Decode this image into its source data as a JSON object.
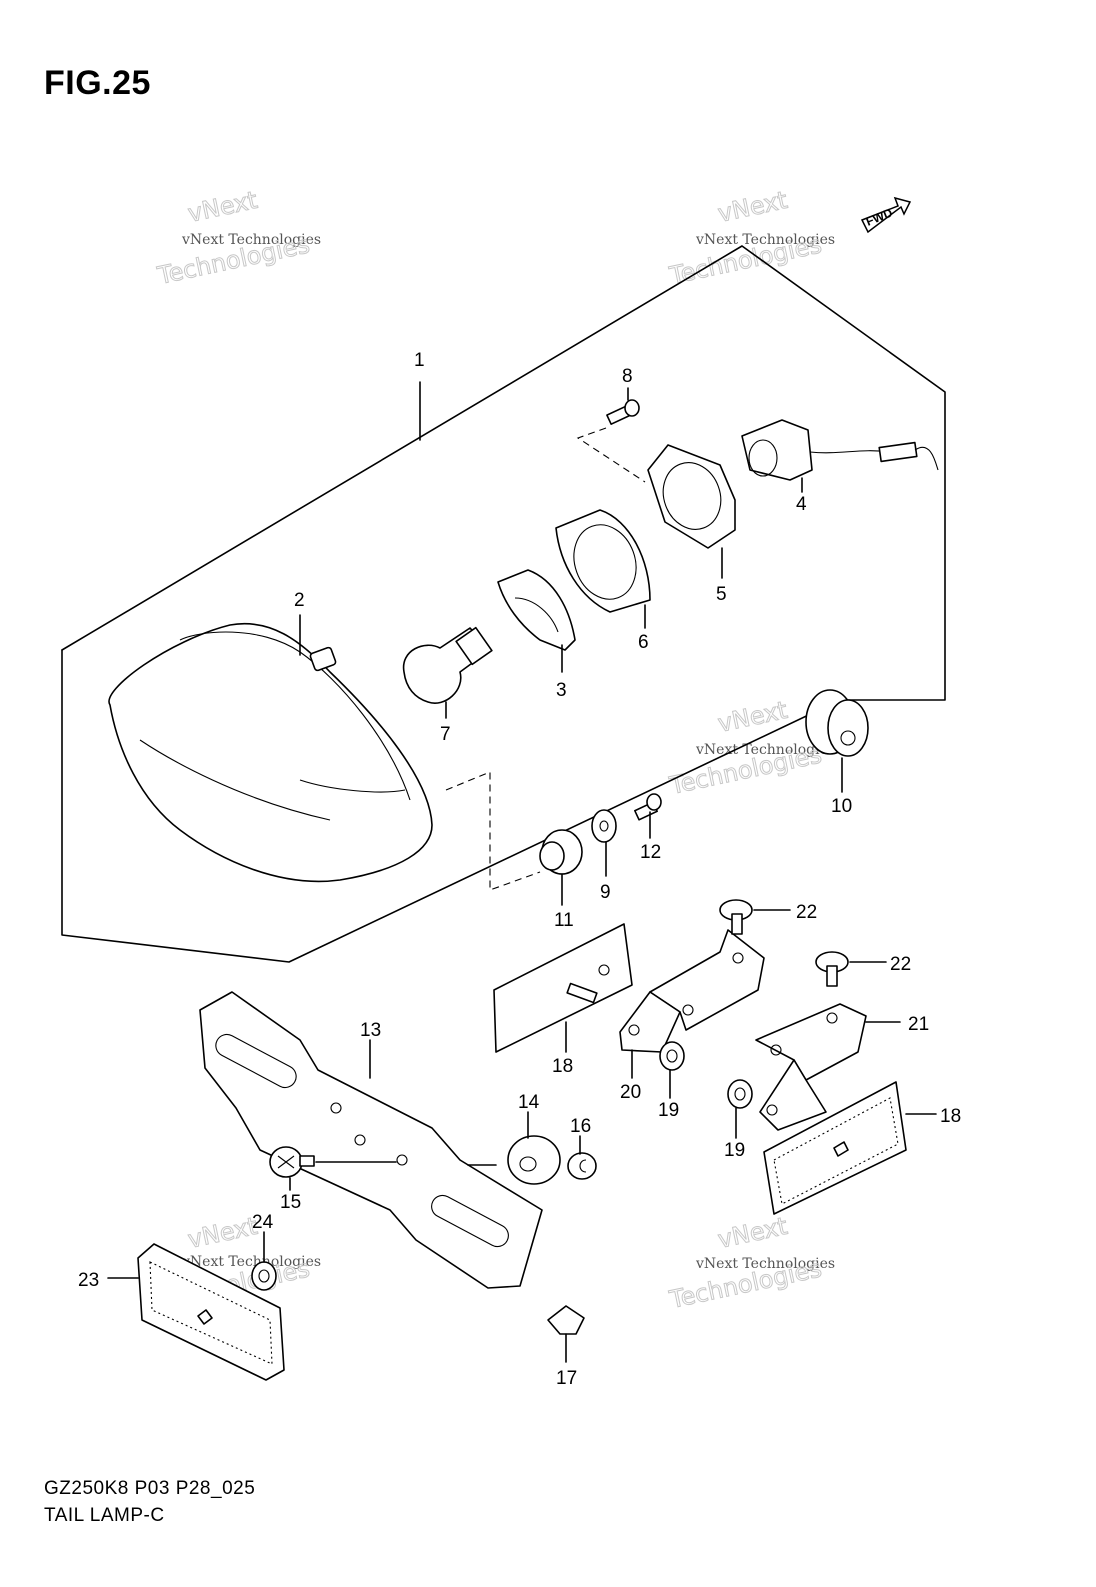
{
  "title": "FIG.25",
  "footer": {
    "code": "GZ250K8 P03 P28_025",
    "name": "TAIL LAMP-C"
  },
  "fwd_label": "FWD",
  "watermark": {
    "brand": "vNext",
    "line": "vNext Technologies",
    "word": "Technologies"
  },
  "callouts": [
    "1",
    "2",
    "3",
    "4",
    "5",
    "6",
    "7",
    "8",
    "9",
    "10",
    "11",
    "12",
    "13",
    "14",
    "15",
    "16",
    "17",
    "18",
    "18",
    "19",
    "19",
    "20",
    "21",
    "22",
    "22",
    "23",
    "24"
  ]
}
